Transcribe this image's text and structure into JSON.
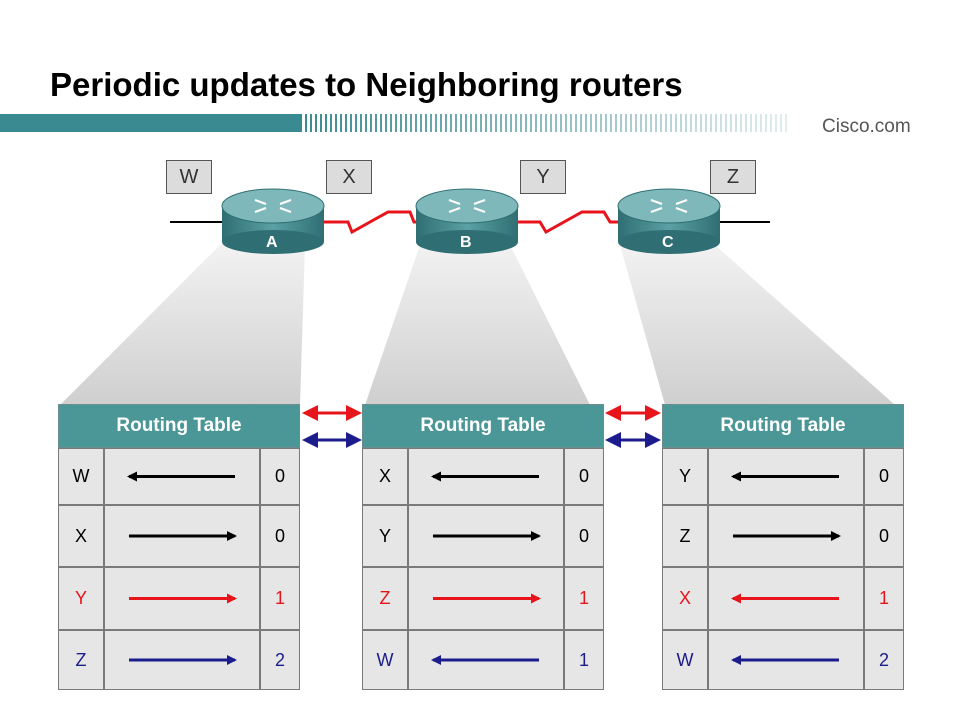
{
  "title": "Periodic updates to Neighboring routers",
  "brand": "Cisco.com",
  "networks": [
    {
      "label": "W"
    },
    {
      "label": "X"
    },
    {
      "label": "Y"
    },
    {
      "label": "Z"
    }
  ],
  "routers": [
    {
      "label": "A"
    },
    {
      "label": "B"
    },
    {
      "label": "C"
    }
  ],
  "tables": [
    {
      "header": "Routing Table",
      "rows": [
        {
          "net": "W",
          "dir": "left",
          "cost": "0",
          "color": "#000000"
        },
        {
          "net": "X",
          "dir": "right",
          "cost": "0",
          "color": "#000000"
        },
        {
          "net": "Y",
          "dir": "right",
          "cost": "1",
          "color": "#e8141c"
        },
        {
          "net": "Z",
          "dir": "right",
          "cost": "2",
          "color": "#1c1c8c"
        }
      ]
    },
    {
      "header": "Routing Table",
      "rows": [
        {
          "net": "X",
          "dir": "left",
          "cost": "0",
          "color": "#000000"
        },
        {
          "net": "Y",
          "dir": "right",
          "cost": "0",
          "color": "#000000"
        },
        {
          "net": "Z",
          "dir": "right",
          "cost": "1",
          "color": "#e8141c"
        },
        {
          "net": "W",
          "dir": "left",
          "cost": "1",
          "color": "#1c1c8c"
        }
      ]
    },
    {
      "header": "Routing Table",
      "rows": [
        {
          "net": "Y",
          "dir": "left",
          "cost": "0",
          "color": "#000000"
        },
        {
          "net": "Z",
          "dir": "right",
          "cost": "0",
          "color": "#000000"
        },
        {
          "net": "X",
          "dir": "left",
          "cost": "1",
          "color": "#e8141c"
        },
        {
          "net": "W",
          "dir": "left",
          "cost": "2",
          "color": "#1c1c8c"
        }
      ]
    }
  ],
  "arrow_colors": [
    "#000000",
    "#000000",
    "#e8141c",
    "#e8141c"
  ],
  "colors": {
    "accent": "#4b9696",
    "serial_link": "#e8141c",
    "update_red": "#e8141c",
    "update_blue": "#1c1c8c"
  }
}
